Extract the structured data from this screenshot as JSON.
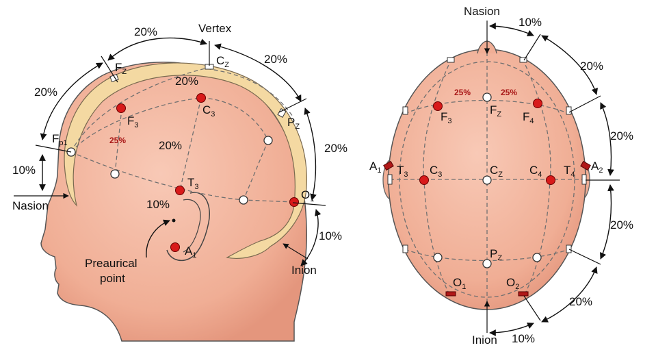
{
  "side_view": {
    "labels": {
      "vertex": "Vertex",
      "nasion": "Nasion",
      "inion": "Inion",
      "preauricular_1": "Preaurical",
      "preauricular_2": "point"
    },
    "electrodes": {
      "fz": {
        "base": "F",
        "sub": "Z"
      },
      "cz": {
        "base": "C",
        "sub": "Z"
      },
      "pz": {
        "base": "P",
        "sub": "Z"
      },
      "f3": {
        "base": "F",
        "sub": "3"
      },
      "c3": {
        "base": "C",
        "sub": "3"
      },
      "t3": {
        "base": "T",
        "sub": "3"
      },
      "fp1": {
        "base": "F",
        "sub": "p1"
      },
      "o1": {
        "base": "O",
        "sub": "1"
      },
      "a1": {
        "base": "A",
        "sub": "1"
      }
    },
    "percents": {
      "top_left": "20%",
      "left_arc": "20%",
      "right_upper": "20%",
      "right_mid": "20%",
      "right_lower": "10%",
      "nasion_gap": "10%",
      "inner_top": "20%",
      "inner_mid": "20%",
      "ear": "10%",
      "red": "25%"
    }
  },
  "top_view": {
    "labels": {
      "nasion": "Nasion",
      "inion": "Inion"
    },
    "electrodes": {
      "f3": {
        "base": "F",
        "sub": "3"
      },
      "fz": {
        "base": "F",
        "sub": "Z"
      },
      "f4": {
        "base": "F",
        "sub": "4"
      },
      "a1": {
        "base": "A",
        "sub": "1"
      },
      "t3": {
        "base": "T",
        "sub": "3"
      },
      "c3": {
        "base": "C",
        "sub": "3"
      },
      "cz": {
        "base": "C",
        "sub": "Z"
      },
      "c4": {
        "base": "C",
        "sub": "4"
      },
      "t4": {
        "base": "T",
        "sub": "4"
      },
      "a2": {
        "base": "A",
        "sub": "2"
      },
      "pz": {
        "base": "P",
        "sub": "Z"
      },
      "o1": {
        "base": "O",
        "sub": "1"
      },
      "o2": {
        "base": "O",
        "sub": "2"
      }
    },
    "percents": {
      "top": "10%",
      "right_1": "20%",
      "right_2": "20%",
      "right_3": "20%",
      "right_4": "20%",
      "bottom": "10%",
      "red_left": "25%",
      "red_right": "25%"
    }
  },
  "colors": {
    "skin": "#f2b59f",
    "skin_shadow": "#e49a82",
    "cortex": "#f4d9a2",
    "electrode_red": "#d81a1a",
    "percent_red": "#a81616"
  }
}
